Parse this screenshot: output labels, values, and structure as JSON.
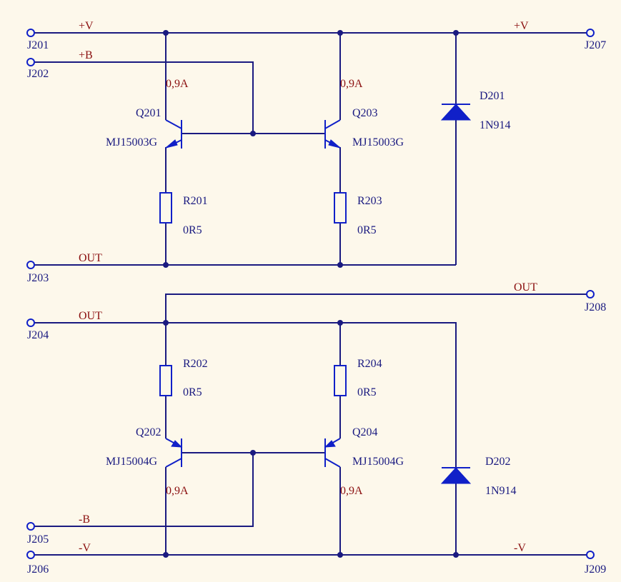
{
  "connectors": {
    "J201": "J201",
    "J202": "J202",
    "J203": "J203",
    "J204": "J204",
    "J205": "J205",
    "J206": "J206",
    "J207": "J207",
    "J208": "J208",
    "J209": "J209"
  },
  "nets": {
    "vpos_left": "+V",
    "vpos_right": "+V",
    "bias_pos": "+B",
    "out_top": "OUT",
    "out_bottom_right": "OUT",
    "out_bottom_left": "OUT",
    "bias_neg": "-B",
    "vneg_left": "-V",
    "vneg_right": "-V"
  },
  "transistors": {
    "Q201": {
      "designator": "Q201",
      "part": "MJ15003G",
      "current": "0,9A"
    },
    "Q203": {
      "designator": "Q203",
      "part": "MJ15003G",
      "current": "0,9A"
    },
    "Q202": {
      "designator": "Q202",
      "part": "MJ15004G",
      "current": "0,9A"
    },
    "Q204": {
      "designator": "Q204",
      "part": "MJ15004G",
      "current": "0,9A"
    }
  },
  "resistors": {
    "R201": {
      "designator": "R201",
      "value": "0R5"
    },
    "R203": {
      "designator": "R203",
      "value": "0R5"
    },
    "R202": {
      "designator": "R202",
      "value": "0R5"
    },
    "R204": {
      "designator": "R204",
      "value": "0R5"
    }
  },
  "diodes": {
    "D201": {
      "designator": "D201",
      "part": "1N914"
    },
    "D202": {
      "designator": "D202",
      "part": "1N914"
    }
  },
  "colors": {
    "background": "#fdf8eb",
    "wire": "#1a1a80",
    "symbol": "#1020c8",
    "net_label": "#8b1010"
  }
}
